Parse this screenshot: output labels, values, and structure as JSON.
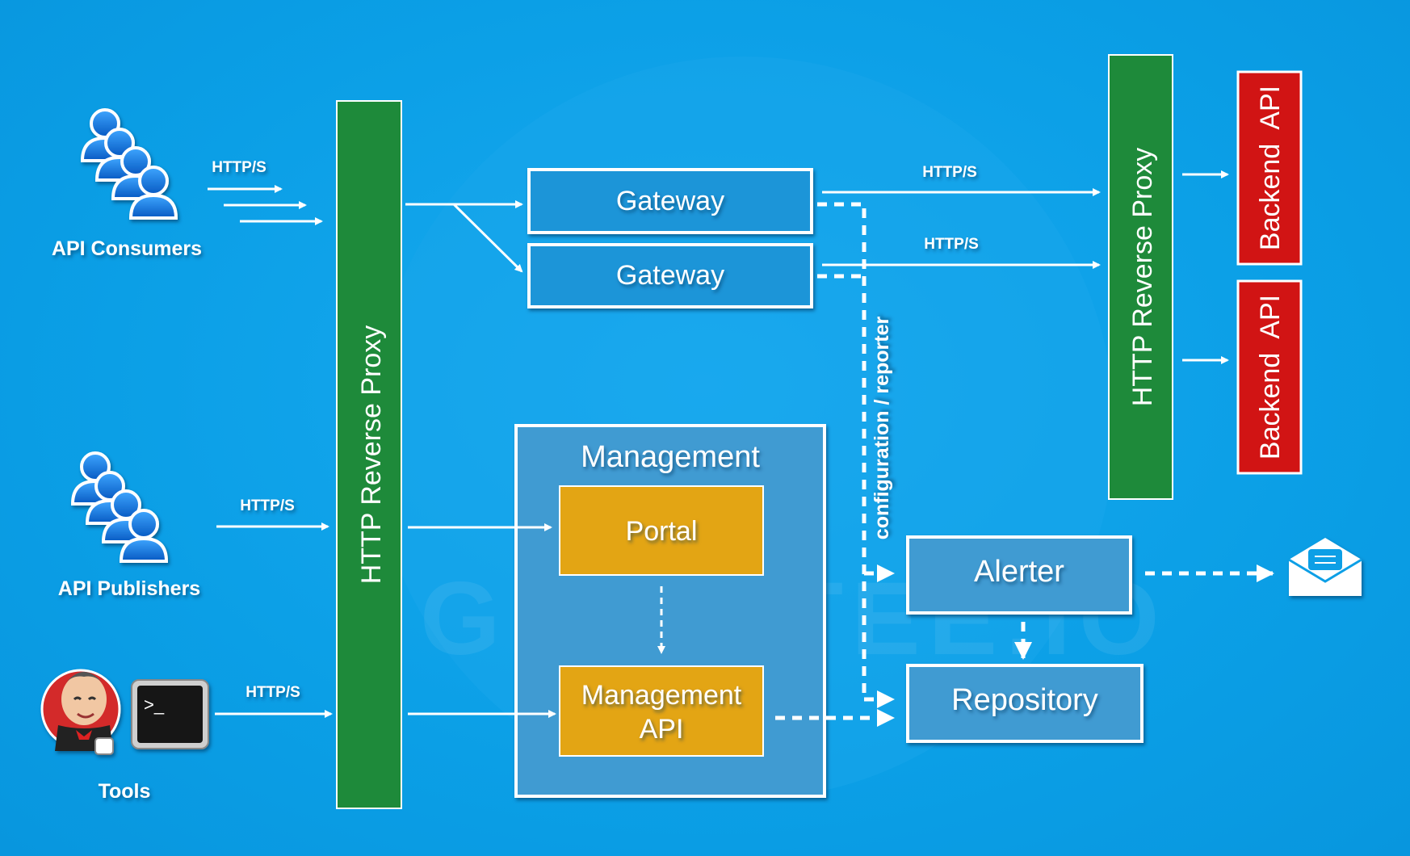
{
  "watermark": "GRAVITEE.IO",
  "actors": {
    "consumers": {
      "label": "API Consumers",
      "icon": "users-icon"
    },
    "publishers": {
      "label": "API Publishers",
      "icon": "users-icon"
    },
    "tools": {
      "label": "Tools",
      "icons": [
        "jenkins-icon",
        "terminal-icon"
      ]
    }
  },
  "protocols": {
    "consumers": "HTTP/S",
    "publishers": "HTTP/S",
    "tools": "HTTP/S",
    "gateway1_backend": "HTTP/S",
    "gateway2_backend": "HTTP/S"
  },
  "components": {
    "left_proxy": "HTTP Reverse Proxy",
    "right_proxy": "HTTP Reverse Proxy",
    "gateway1": "Gateway",
    "gateway2": "Gateway",
    "management_title": "Management",
    "portal": "Portal",
    "management_api_line1": "Management",
    "management_api_line2": "API",
    "alerter": "Alerter",
    "repository": "Repository",
    "backend1": "Backend  API",
    "backend2": "Backend  API",
    "config_reporter": "configuration / reporter",
    "email_icon": "email-icon"
  },
  "colors": {
    "background": "#0a9fe6",
    "proxy": "#1e8a3a",
    "backend": "#d11414",
    "management_box": "#3f9bd2",
    "portal_box": "#e3a514"
  }
}
